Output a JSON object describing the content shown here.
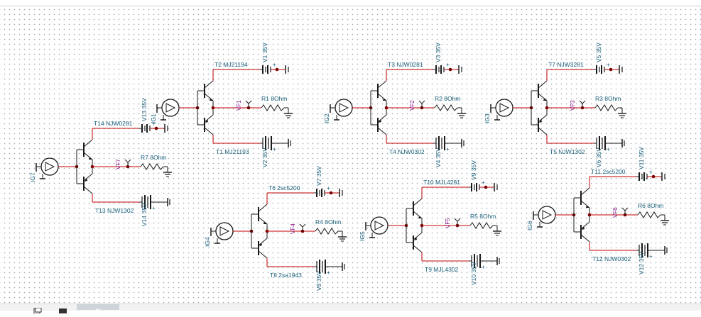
{
  "circuits": [
    {
      "tt": "T14 NJW0281",
      "tb": "T13 NJW1302",
      "vt": "V13 35V",
      "vb": "V14 35V",
      "r": "R7 8Ohm",
      "vf": "VF7",
      "src": "IG7"
    },
    {
      "tt": "T2 MJ21194",
      "tb": "T1 MJ21193",
      "vt": "V1 35V",
      "vb": "V2 35V",
      "r": "R1 8Ohm",
      "vf": "VF1",
      "src": "IG1"
    },
    {
      "tt": "T3 NJW0281",
      "tb": "T4 NJW0302",
      "vt": "V3 35V",
      "vb": "V4 35V",
      "r": "R2 8Ohm",
      "vf": "VF2",
      "src": "IG2"
    },
    {
      "tt": "T7 NJW3281",
      "tb": "T5 NJW1302",
      "vt": "V5 35V",
      "vb": "V6 35V",
      "r": "R3 8Ohm",
      "vf": "VF3",
      "src": "IG3"
    },
    {
      "tt": "T6 2sc5200",
      "tb": "T8 2sa1943",
      "vt": "V7 35V",
      "vb": "V8 35V",
      "r": "R4 8Ohm",
      "vf": "VF4",
      "src": "IG4"
    },
    {
      "tt": "T10 MJL4281",
      "tb": "T9 MJL4302",
      "vt": "V9 35V",
      "vb": "V10 35V",
      "r": "R5 8Ohm",
      "vf": "VF5",
      "src": "IG5"
    },
    {
      "tt": "T11 2sc5200",
      "tb": "T12 NJW0302",
      "vt": "V11 35V",
      "vb": "V12 35V",
      "r": "R6 8Ohm",
      "vf": "VF6",
      "src": "IG6"
    }
  ]
}
